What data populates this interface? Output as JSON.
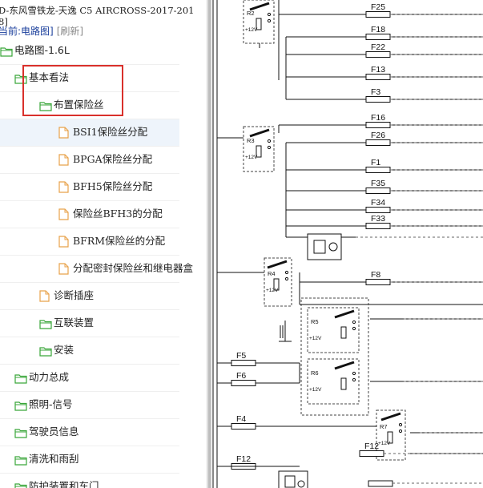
{
  "document": {
    "title": "D-东风雪铁龙-天逸 C5 AIRCROSS-2017-2018]",
    "current_label": "当前:",
    "current_value": "电路图]",
    "refresh_label": "[刷新]"
  },
  "tree": [
    {
      "label": "电路图-1.6L",
      "kind": "folder",
      "level": 0
    },
    {
      "label": "基本看法",
      "kind": "folder",
      "level": 1
    },
    {
      "label": "布置保险丝",
      "kind": "folder",
      "level": 2
    },
    {
      "label": "BSI1保险丝分配",
      "kind": "doc",
      "level": 3,
      "selected": true
    },
    {
      "label": "BPGA保险丝分配",
      "kind": "doc",
      "level": 3
    },
    {
      "label": "BFH5保险丝分配",
      "kind": "doc",
      "level": 3
    },
    {
      "label": "保险丝BFH3的分配",
      "kind": "doc",
      "level": 3
    },
    {
      "label": "BFRM保险丝的分配",
      "kind": "doc",
      "level": 3
    },
    {
      "label": "分配密封保险丝和继电器盒",
      "kind": "doc",
      "level": 3
    },
    {
      "label": "诊断插座",
      "kind": "doc",
      "level": 2
    },
    {
      "label": "互联装置",
      "kind": "folder",
      "level": 2
    },
    {
      "label": "安装",
      "kind": "folder",
      "level": 2
    },
    {
      "label": "动力总成",
      "kind": "folder",
      "level": 1
    },
    {
      "label": "照明-信号",
      "kind": "folder",
      "level": 1
    },
    {
      "label": "驾驶员信息",
      "kind": "folder",
      "level": 1
    },
    {
      "label": "清洗和雨刮",
      "kind": "folder",
      "level": 1
    },
    {
      "label": "防护装置和车门",
      "kind": "folder",
      "level": 1
    }
  ],
  "diagram": {
    "fuses": [
      "F25",
      "F18",
      "F22",
      "F13",
      "F3",
      "F16",
      "F26",
      "F1",
      "F35",
      "F34",
      "F33",
      "F8",
      "F5",
      "F6",
      "F4",
      "F12"
    ],
    "relays": [
      "R2",
      "R3",
      "R4",
      "R5",
      "R6",
      "R7"
    ],
    "supply_label": "+12V"
  },
  "colors": {
    "highlight": "#d9302b",
    "link": "#1b3f9c",
    "folder": "#3aa63a",
    "doc": "#e8a24a"
  }
}
